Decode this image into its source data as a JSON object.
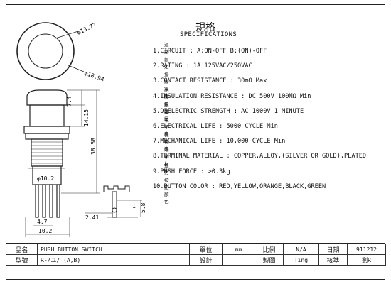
{
  "specifications": {
    "title_zh": "規格",
    "title_en": "SPECIFICATIONS",
    "items": [
      {
        "zh": "迴路",
        "en": "1.CIRCUIT : A:ON-OFF  B:(ON)-OFF"
      },
      {
        "zh": "額定",
        "en": "2.RATING : 1A 125VAC/250VAC"
      },
      {
        "zh": "接觸電阻",
        "en": "3.CONTACT RESISTANCE : 30mΩ Max"
      },
      {
        "zh": "絕緣電阻",
        "en": "4.INSULATION RESISTANCE : DC 500V 100MΩ Min"
      },
      {
        "zh": "耐電壓",
        "en": "5.DIELECTRIC STRENGTH : AC 1000V 1 MINUTE"
      },
      {
        "zh": "電子壽命",
        "en": "6.ELECTRICAL LIFE : 5000 CYCLE Min"
      },
      {
        "zh": "機械壽命",
        "en": "7.MECHANICAL LIFE : 10,000 CYCLE Min"
      },
      {
        "zh": "端子材料",
        "en": "8.TERMINAL MATERIAL : COPPER,ALLOY,(SILVER OR GOLD),PLATED"
      },
      {
        "zh": "推力",
        "en": "9.PUSH FORCE : >0.3kg"
      },
      {
        "zh": "按鈕顏色",
        "en": "10.BUTTON COLOR : RED,YELLOW,ORANGE,BLACK,GREEN"
      }
    ]
  },
  "dimensions": {
    "d1": "φ13.77",
    "d2": "φ18.94",
    "d3": "7.4",
    "d4": "14.15",
    "d5": "38.58",
    "d6": "φ10.2",
    "d7": "4.7",
    "d8": "10.2",
    "d9": "2.41",
    "d10": "1",
    "d11": "5.8"
  },
  "title_block": {
    "name_label": "品名",
    "name_value": "PUSH BUTTON SWITCH",
    "unit_label": "單位",
    "unit_value": "mm",
    "scale_label": "比例",
    "scale_value": "N/A",
    "date_label": "日期",
    "date_value": "911212",
    "model_label": "型號",
    "model_value": "R-/ユ/ (A,B)",
    "design_label": "設計",
    "drawn_label": "製圖",
    "drawn_value": "Ting",
    "approve_label": "核準",
    "approve_value": "劉R"
  }
}
